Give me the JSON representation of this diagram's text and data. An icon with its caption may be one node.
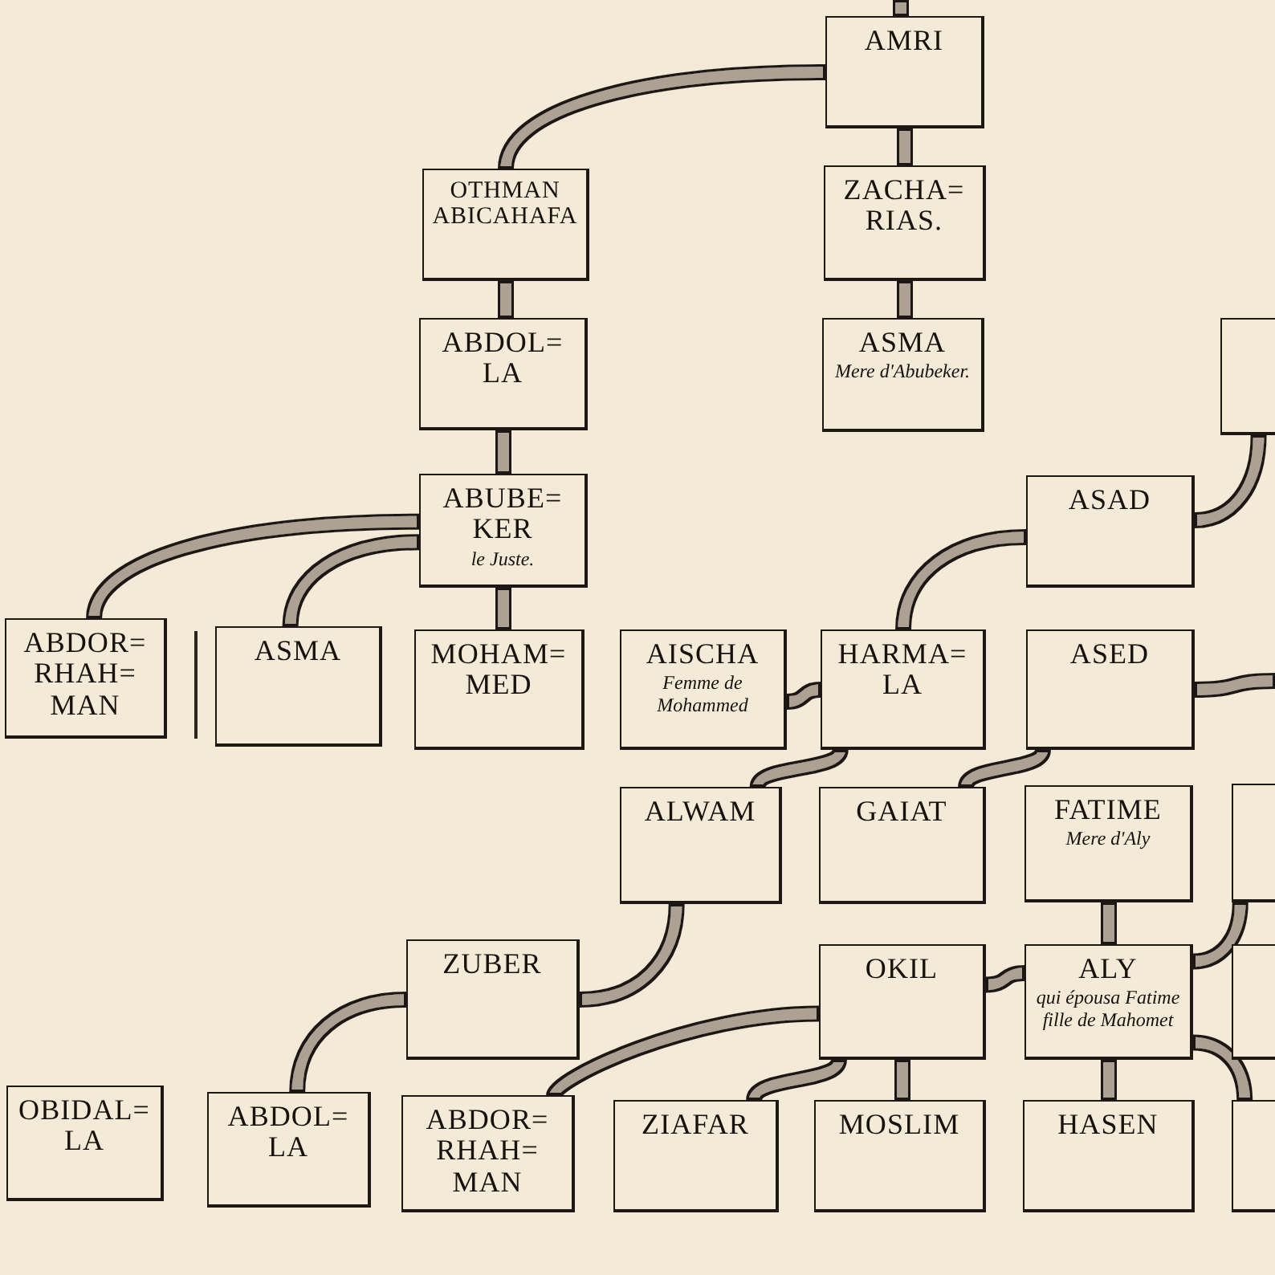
{
  "diagram": {
    "nodes": [
      {
        "text": [
          "AMRI"
        ]
      },
      {
        "text": [
          "OTHMAN ABICAHAFA"
        ]
      },
      {
        "text": [
          "ZACHA= RIAS."
        ]
      },
      {
        "text": [
          "ABDOL= LA"
        ]
      },
      {
        "text": [
          "ASMA",
          "Mere d'Abubeker."
        ]
      },
      {
        "text": [],
        "shape": "box"
      },
      {
        "text": [
          "ABUBE= KER",
          "le Juste."
        ]
      },
      {
        "text": [
          "ASAD"
        ]
      },
      {
        "text": [
          "ABDOR= RHAH= MAN"
        ]
      },
      {
        "text": [
          "ASMA"
        ]
      },
      {
        "text": [
          "MOHAM= MED"
        ]
      },
      {
        "text": [
          "AISCHA",
          "Femme de Mohammed"
        ]
      },
      {
        "text": [
          "HARMA= LA"
        ]
      },
      {
        "text": [
          "ASED"
        ]
      },
      {
        "text": [
          "ALWAM"
        ]
      },
      {
        "text": [
          "GAIAT"
        ]
      },
      {
        "text": [
          "FATIME",
          "Mere d'Aly"
        ]
      },
      {
        "text": [],
        "shape": "box"
      },
      {
        "text": [
          "ZUBER"
        ]
      },
      {
        "text": [
          "OKIL"
        ]
      },
      {
        "text": [
          "ALY",
          "qui épousa Fatime fille de Mahomet"
        ]
      },
      {
        "text": [],
        "shape": "box"
      },
      {
        "text": [
          "OBIDAL= LA"
        ]
      },
      {
        "text": [
          "ABDOL= LA"
        ]
      },
      {
        "text": [
          "ABDOR= RHAH= MAN"
        ]
      },
      {
        "text": [
          "ZIAFAR"
        ]
      },
      {
        "text": [
          "MOSLIM"
        ]
      },
      {
        "text": [
          "HASEN"
        ]
      },
      {
        "text": [],
        "shape": "box"
      }
    ],
    "edges": [
      {
        "from": null,
        "to": 0,
        "arrow": "none"
      },
      {
        "from": 0,
        "to": 1,
        "arrow": "none"
      },
      {
        "from": 0,
        "to": 2,
        "arrow": "none"
      },
      {
        "from": 2,
        "to": 4,
        "arrow": "none"
      },
      {
        "from": 1,
        "to": 3,
        "arrow": "none"
      },
      {
        "from": 3,
        "to": 6,
        "arrow": "none"
      },
      {
        "from": 6,
        "to": 8,
        "arrow": "none"
      },
      {
        "from": 6,
        "to": 9,
        "arrow": "none"
      },
      {
        "from": 6,
        "to": 10,
        "arrow": "none"
      },
      {
        "from": 5,
        "to": 7,
        "arrow": "none"
      },
      {
        "from": 7,
        "to": 12,
        "arrow": "none"
      },
      {
        "from": 11,
        "to": 12,
        "arrow": "none"
      },
      {
        "from": 13,
        "to": null,
        "arrow": "none"
      },
      {
        "from": 12,
        "to": 14,
        "arrow": "none"
      },
      {
        "from": 13,
        "to": 15,
        "arrow": "none"
      },
      {
        "from": 14,
        "to": 18,
        "arrow": "none"
      },
      {
        "from": 18,
        "to": 23,
        "arrow": "none"
      },
      {
        "from": 16,
        "to": 20,
        "arrow": "none"
      },
      {
        "from": 19,
        "to": 20,
        "arrow": "none"
      },
      {
        "from": 17,
        "to": 20,
        "arrow": "none"
      },
      {
        "from": 19,
        "to": 24,
        "arrow": "none"
      },
      {
        "from": 19,
        "to": 25,
        "arrow": "none"
      },
      {
        "from": 19,
        "to": 26,
        "arrow": "none"
      },
      {
        "from": 20,
        "to": 27,
        "arrow": "none"
      },
      {
        "from": 20,
        "to": 28,
        "arrow": "none"
      }
    ]
  }
}
